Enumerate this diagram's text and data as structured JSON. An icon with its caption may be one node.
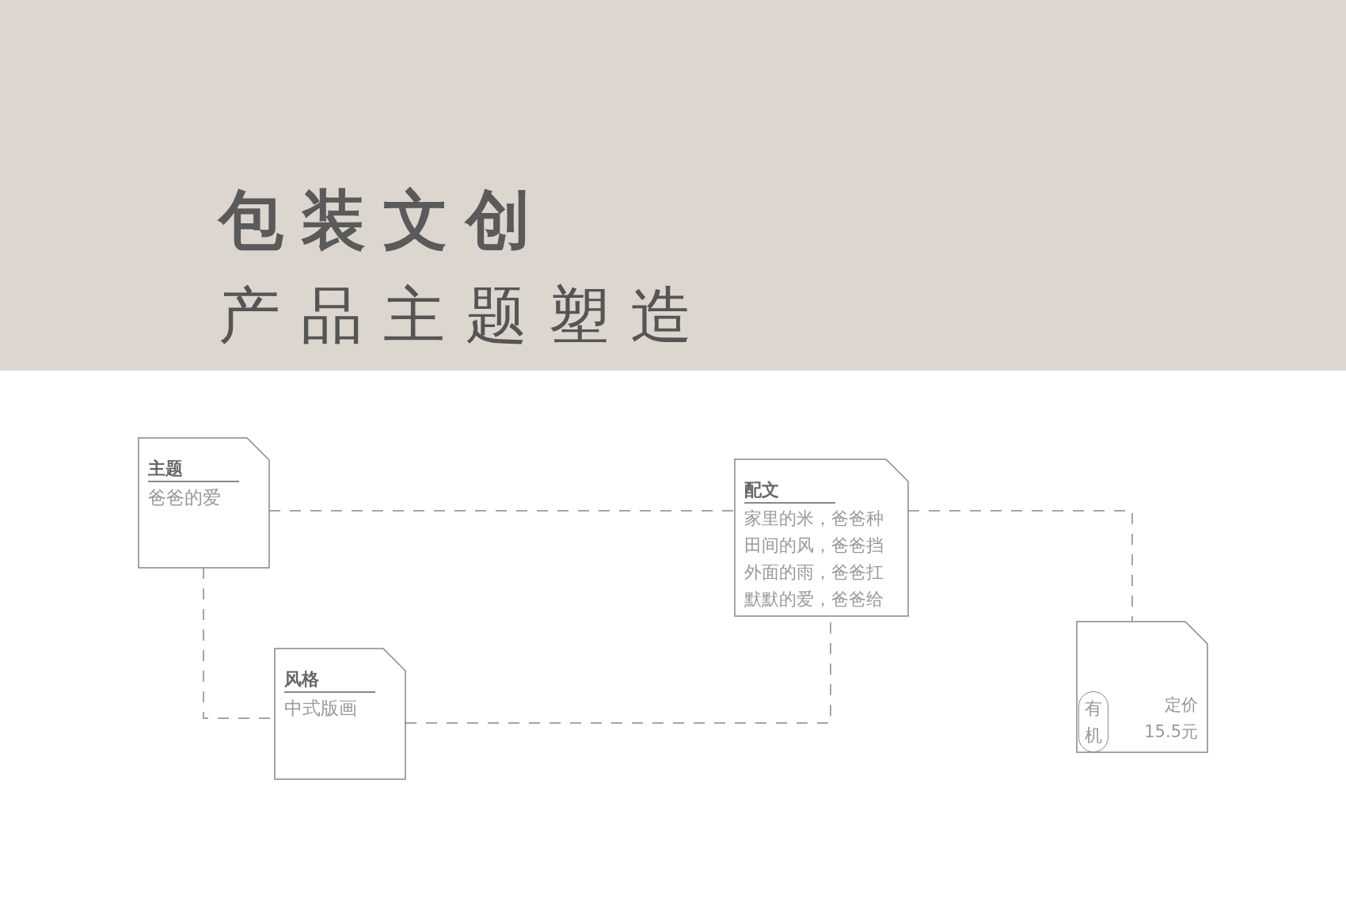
{
  "diagram": {
    "title": "包装文创",
    "nodes": [
      {
        "text": [
          "主题",
          "爸爸的爱"
        ]
      },
      {
        "text": [
          "风格",
          "中式版画"
        ]
      },
      {
        "text": [
          "配文",
          "家里的米，爸爸种田间的风，爸爸挡外面的雨，爸爸扛默默的爱，爸爸给"
        ]
      },
      {
        "text": [
          "定价15.5元"
        ]
      },
      {
        "text": [
          "有机"
        ],
        "in": 3
      }
    ],
    "edges": [
      {
        "from": 0,
        "to": 2,
        "arrow": "none",
        "style": "dashed"
      },
      {
        "from": 0,
        "to": 1,
        "arrow": "none",
        "style": "dashed"
      },
      {
        "from": 1,
        "to": 2,
        "arrow": "none",
        "style": "dashed"
      },
      {
        "from": 2,
        "to": 3,
        "arrow": "none",
        "style": "dashed"
      }
    ],
    "labels": [
      "产品主题塑造"
    ]
  }
}
